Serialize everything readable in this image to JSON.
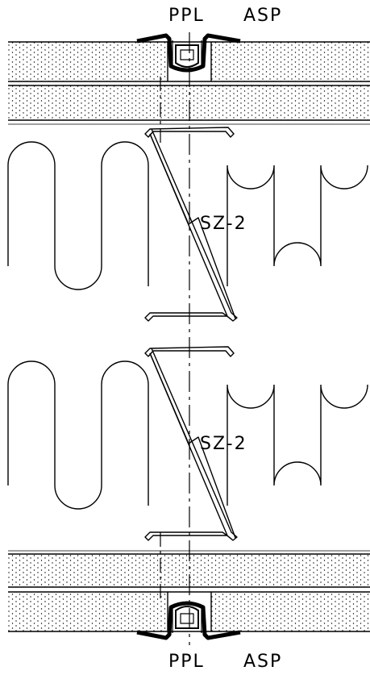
{
  "labels": {
    "top_left": "PPL",
    "top_right": "ASP",
    "bottom_left": "PPL",
    "bottom_right": "ASP",
    "profile_upper": "SZ-2",
    "profile_lower": "SZ-2"
  },
  "colors": {
    "line": "#000000",
    "background": "#ffffff"
  }
}
